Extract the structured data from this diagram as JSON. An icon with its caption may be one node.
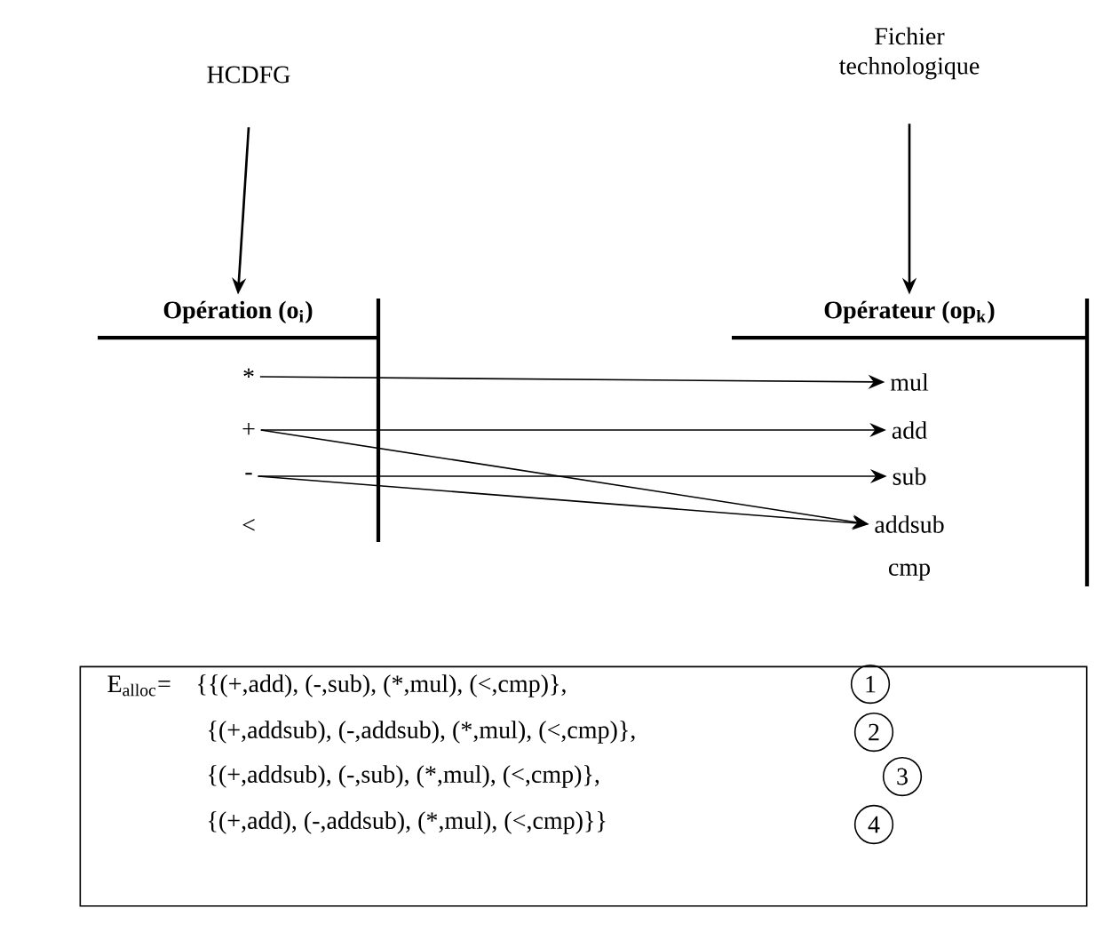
{
  "diagram": {
    "nodes": [
      {
        "text": [
          "HCDFG"
        ]
      },
      {
        "text": [
          "Fichier technologique"
        ]
      },
      {
        "text": [
          "Opération (o$_{i}$)"
        ]
      },
      {
        "text": [
          "*"
        ],
        "in": 2
      },
      {
        "text": [
          "+"
        ],
        "in": 2
      },
      {
        "text": [
          "-"
        ],
        "in": 2
      },
      {
        "text": [
          "<"
        ],
        "in": 2
      },
      {
        "text": [
          "Opérateur (op$_{k}$)"
        ]
      },
      {
        "text": [
          "mul"
        ],
        "in": 7
      },
      {
        "text": [
          "add"
        ],
        "in": 7
      },
      {
        "text": [
          "sub"
        ],
        "in": 7
      },
      {
        "text": [
          "addsub"
        ],
        "in": 7
      },
      {
        "text": [
          "cmp"
        ],
        "in": 7
      },
      {
        "text": [
          "E$_{alloc}$=",
          "{{(+,add), (-,sub), (*,mul), (<,cmp)},",
          "{(+,addsub), (-,addsub), (*,mul), (<,cmp)},",
          "{(+,addsub), (-,sub), (*,mul), (<,cmp)},",
          "{(+,add), (-,addsub), (*,mul), (<,cmp)}}"
        ]
      },
      {
        "text": [
          "1"
        ],
        "in": 13
      },
      {
        "text": [
          "2"
        ],
        "in": 13
      },
      {
        "text": [
          "3"
        ],
        "in": 13
      },
      {
        "text": [
          "4"
        ],
        "in": 13
      }
    ],
    "edges": [
      {
        "from": 0,
        "to": 2,
        "arrow": "to"
      },
      {
        "from": 1,
        "to": 7,
        "arrow": "to"
      },
      {
        "from": 3,
        "to": 8,
        "arrow": "to"
      },
      {
        "from": 4,
        "to": 9,
        "arrow": "to"
      },
      {
        "from": 4,
        "to": 11,
        "arrow": "to"
      },
      {
        "from": 5,
        "to": 10,
        "arrow": "to"
      },
      {
        "from": 5,
        "to": 11,
        "arrow": "to"
      }
    ]
  }
}
